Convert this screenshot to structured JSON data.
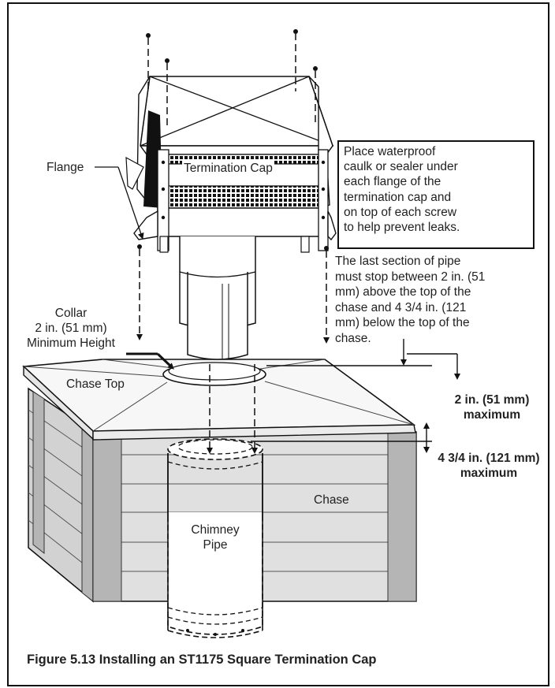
{
  "labels": {
    "flange": "Flange",
    "termination_cap": "Termination Cap",
    "collar": [
      "Collar",
      "2 in. (51 mm)",
      "Minimum Height"
    ],
    "chase_top": "Chase Top",
    "chase": "Chase",
    "chimney_pipe": [
      "Chimney",
      "Pipe"
    ]
  },
  "note_box": [
    "Place waterproof",
    "caulk or sealer under",
    "each flange of the",
    "termination cap and",
    "on top of each screw",
    "to help prevent leaks."
  ],
  "pipe_note": [
    "The last section of pipe",
    "must stop between 2 in. (51",
    "mm) above the top of the",
    "chase and 4 3/4 in. (121",
    "mm) below the top of the",
    "chase."
  ],
  "dimensions": {
    "upper": [
      "2 in. (51 mm)",
      "maximum"
    ],
    "lower": [
      "4 3/4 in. (121 mm)",
      "maximum"
    ]
  },
  "caption": "Figure 5.13  Installing an ST1175 Square Termination Cap"
}
